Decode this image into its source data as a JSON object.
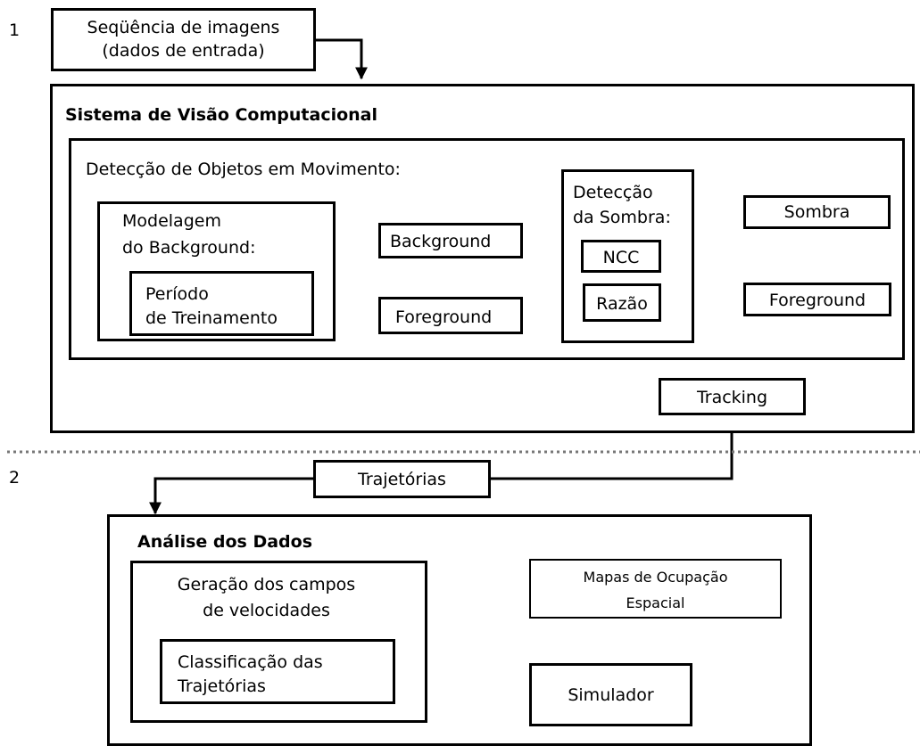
{
  "stage_numbers": {
    "stage1": "1",
    "stage2": "2"
  },
  "input": {
    "line1": "Seqüência de imagens",
    "line2": "(dados de entrada)"
  },
  "vision_system": {
    "title": "Sistema de Visão Computacional",
    "detection": {
      "title": "Detecção de Objetos em Movimento:",
      "background_model": {
        "line1": "Modelagem",
        "line2": "do Background:",
        "training": {
          "line1": "Período",
          "line2": "de Treinamento"
        }
      },
      "background_label": "Background",
      "foreground_label": "Foreground",
      "shadow_detection": {
        "line1": "Detecção",
        "line2": "da Sombra:",
        "ncc": "NCC",
        "ratio": "Razão"
      },
      "shadow_label": "Sombra",
      "foreground_out_label": "Foreground"
    },
    "tracking_label": "Tracking"
  },
  "trajectories_label": "Trajetórias",
  "data_analysis": {
    "title": "Análise dos Dados",
    "velocity_fields": {
      "line1": "Geração dos campos",
      "line2": "de velocidades",
      "classification": {
        "line1": "Classificação das",
        "line2": "Trajetórias"
      }
    },
    "occupancy_maps": {
      "line1": "Mapas de Ocupação",
      "line2": "Espacial"
    },
    "simulator": "Simulador"
  }
}
